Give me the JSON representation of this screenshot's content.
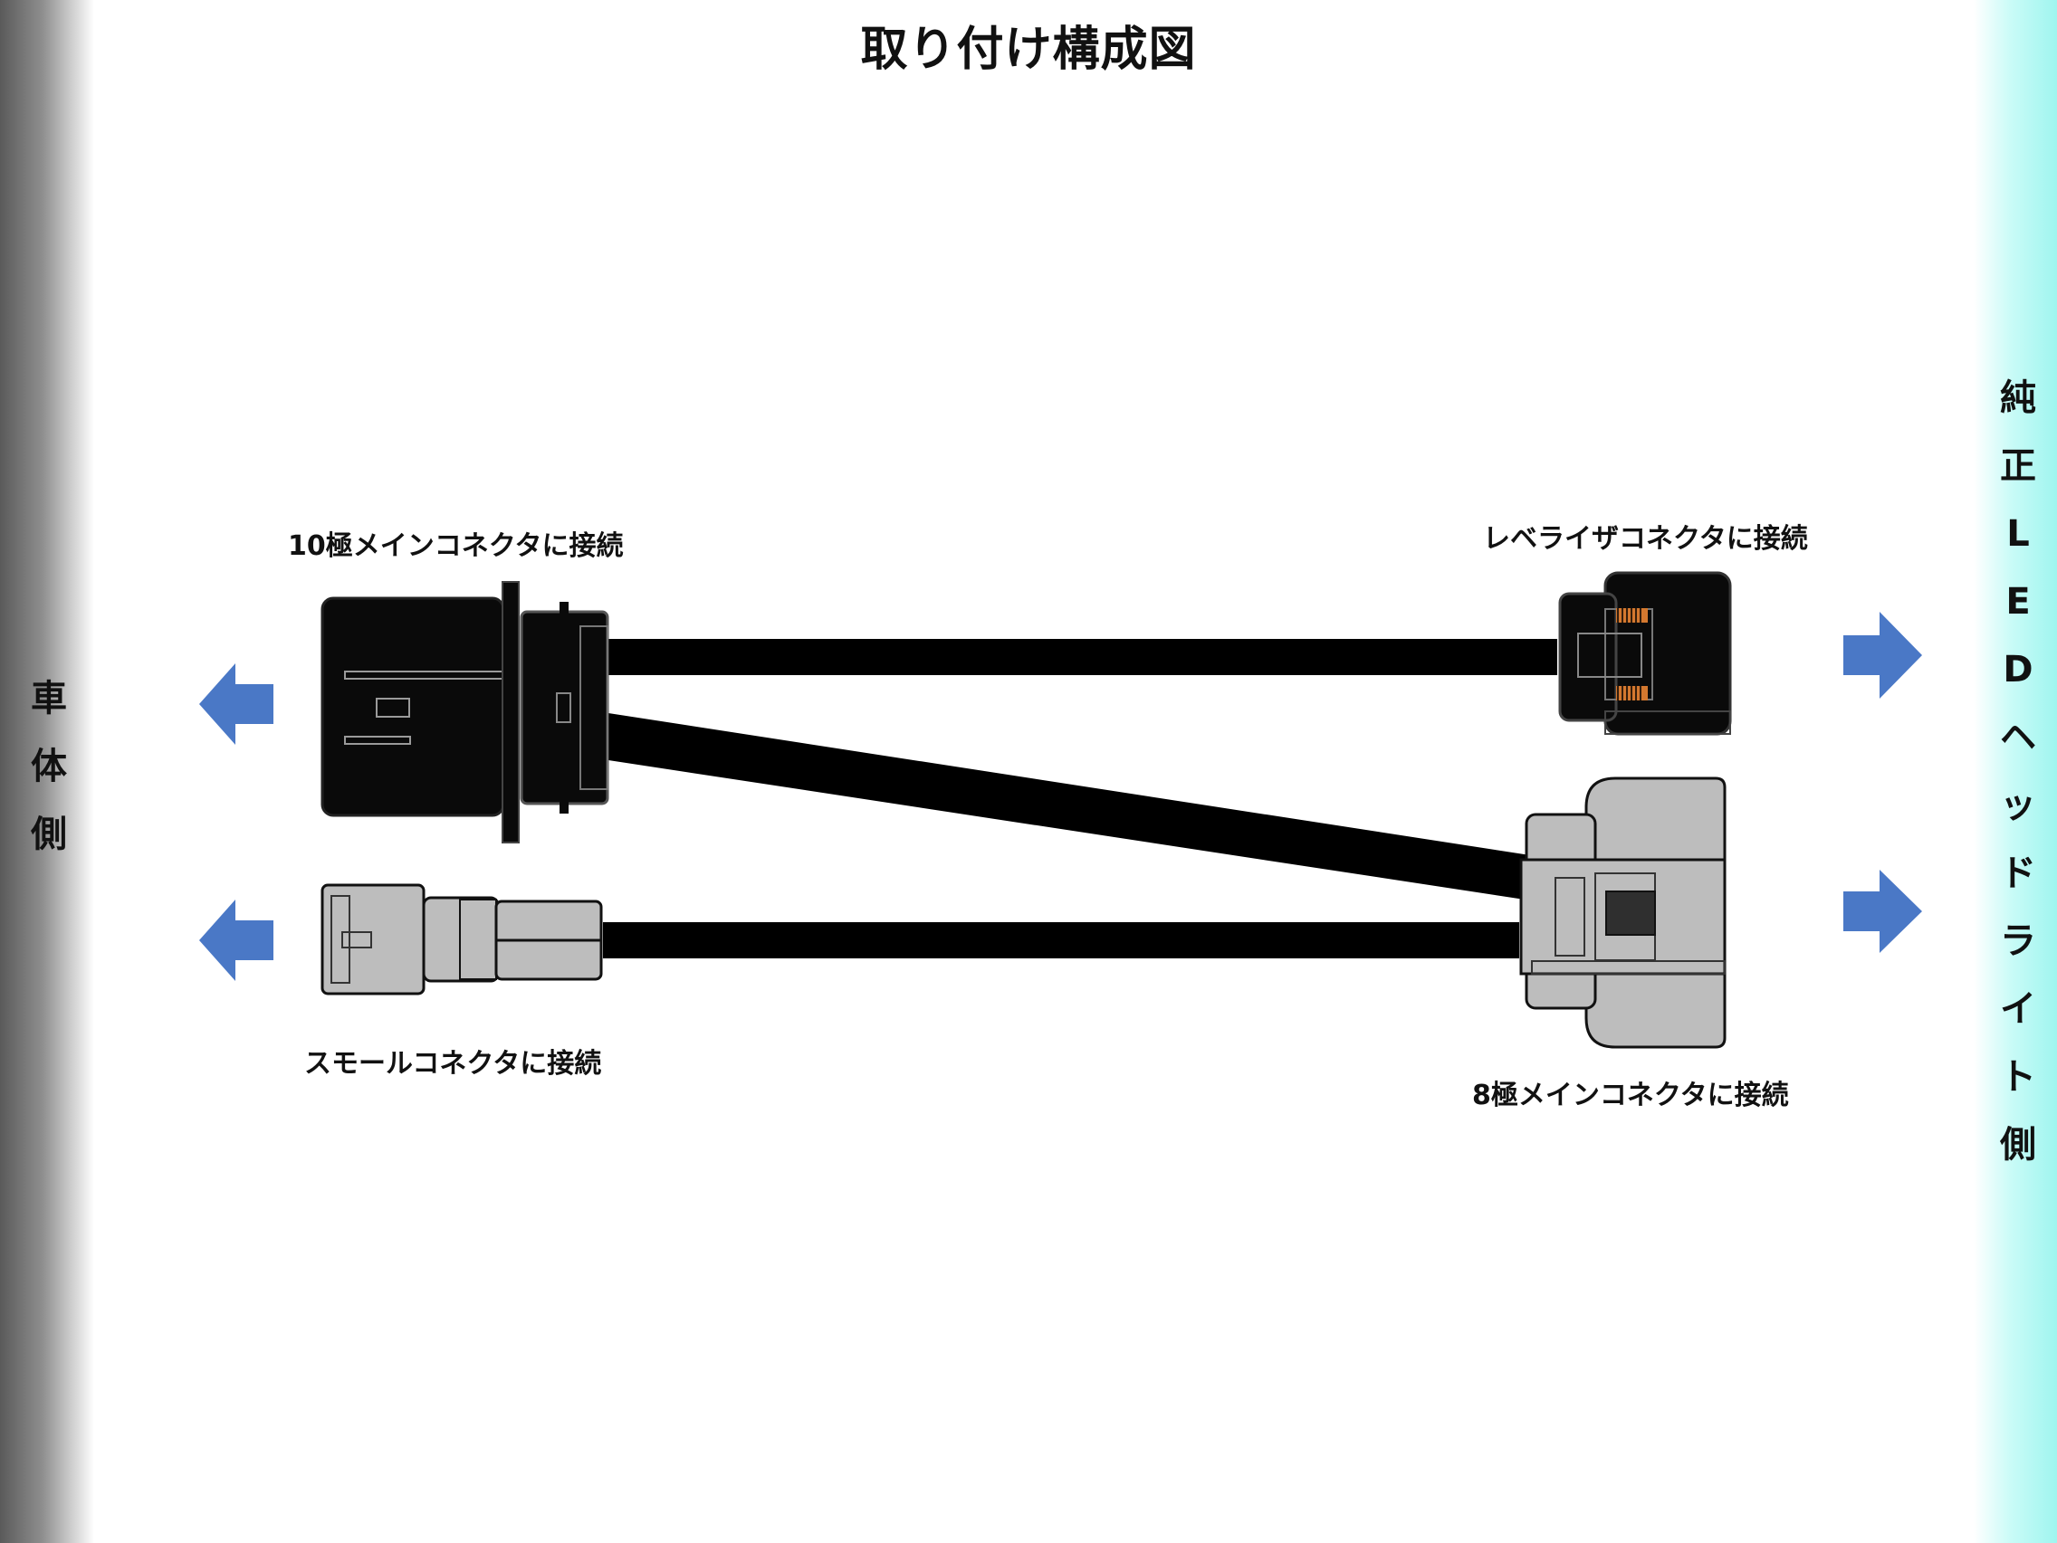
{
  "title": "取り付け構成図",
  "side_left": {
    "chars": [
      "車",
      "体",
      "側"
    ]
  },
  "side_right": {
    "chars": [
      "純",
      "正",
      "L",
      "E",
      "D",
      "ヘ",
      "ッ",
      "ド",
      "ラ",
      "イ",
      "ト",
      "側"
    ]
  },
  "connectors": {
    "ten_pin_main": "10極メインコネクタに接続",
    "leveliser": "レベライザコネクタに接続",
    "small": "スモールコネクタに接続",
    "eight_pin_main": "8極メインコネクタに接続"
  },
  "colors": {
    "arrow": "#4a78c6",
    "cable": "#000000",
    "black_connector": "#0a0a0a",
    "gray_connector": "#bdbdbd",
    "terminal": "#d4782f",
    "left_band": "#8e8e8e",
    "right_band": "#9ff5ef"
  }
}
